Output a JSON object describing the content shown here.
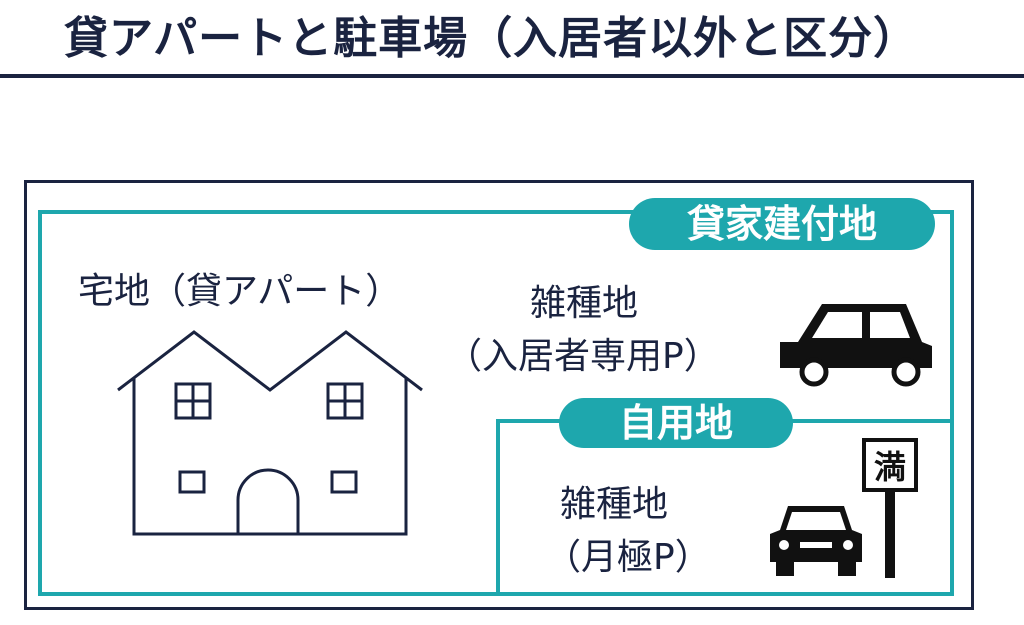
{
  "title": "貸アパートと駐車場（入居者以外と区分）",
  "diagram": {
    "badge_kashiya": "貸家建付地",
    "badge_jiyo": "自用地",
    "takuchi_label": "宅地（貸アパート）",
    "zasshu1_label": "雑種地",
    "zasshu1_sub": "（入居者専用P）",
    "zasshu2_label": "雑種地",
    "zasshu2_sub": "（月極P）",
    "full_sign": "満"
  },
  "icons": [
    "house-icon",
    "car-side-icon",
    "car-front-icon",
    "parking-sign-icon"
  ],
  "colors": {
    "accent": "#1ea7ad",
    "ink": "#1a2340",
    "background": "#ffffff"
  }
}
